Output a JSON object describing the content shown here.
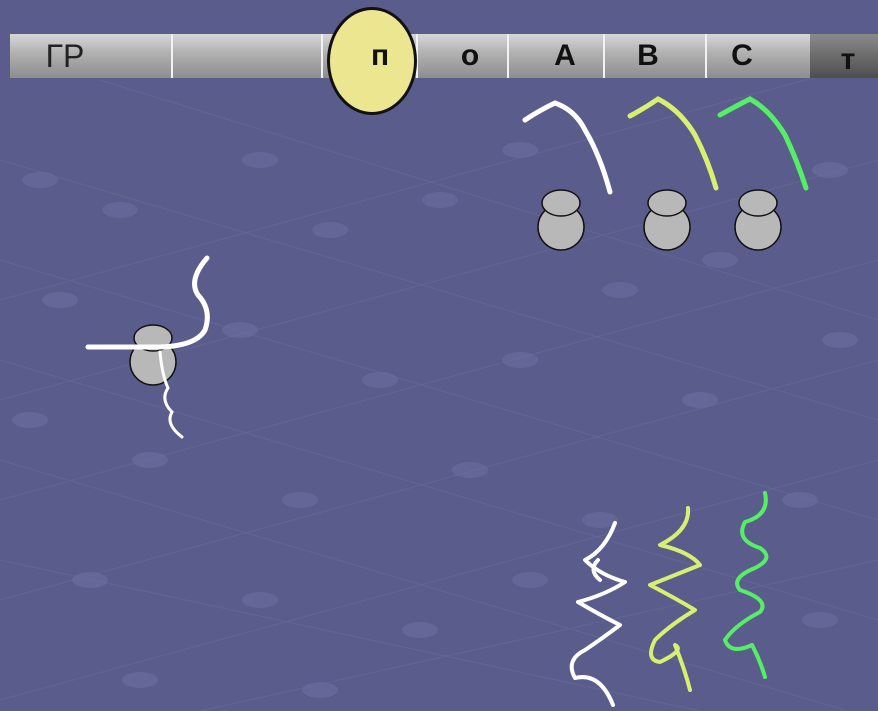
{
  "gene_bar": {
    "regulator_label": "ГР",
    "promoter_label": "п",
    "operator_label": "о",
    "gene_a_label": "А",
    "gene_b_label": "В",
    "gene_c_label": "С",
    "terminator_label": "т"
  },
  "colors": {
    "background": "#5a5c8c",
    "promoter_fill": "#ece690",
    "gene_a_rna": "#ffffff",
    "gene_b_rna": "#d8f070",
    "gene_c_rna": "#55ee66",
    "ribosome": "#b8b8b8"
  }
}
